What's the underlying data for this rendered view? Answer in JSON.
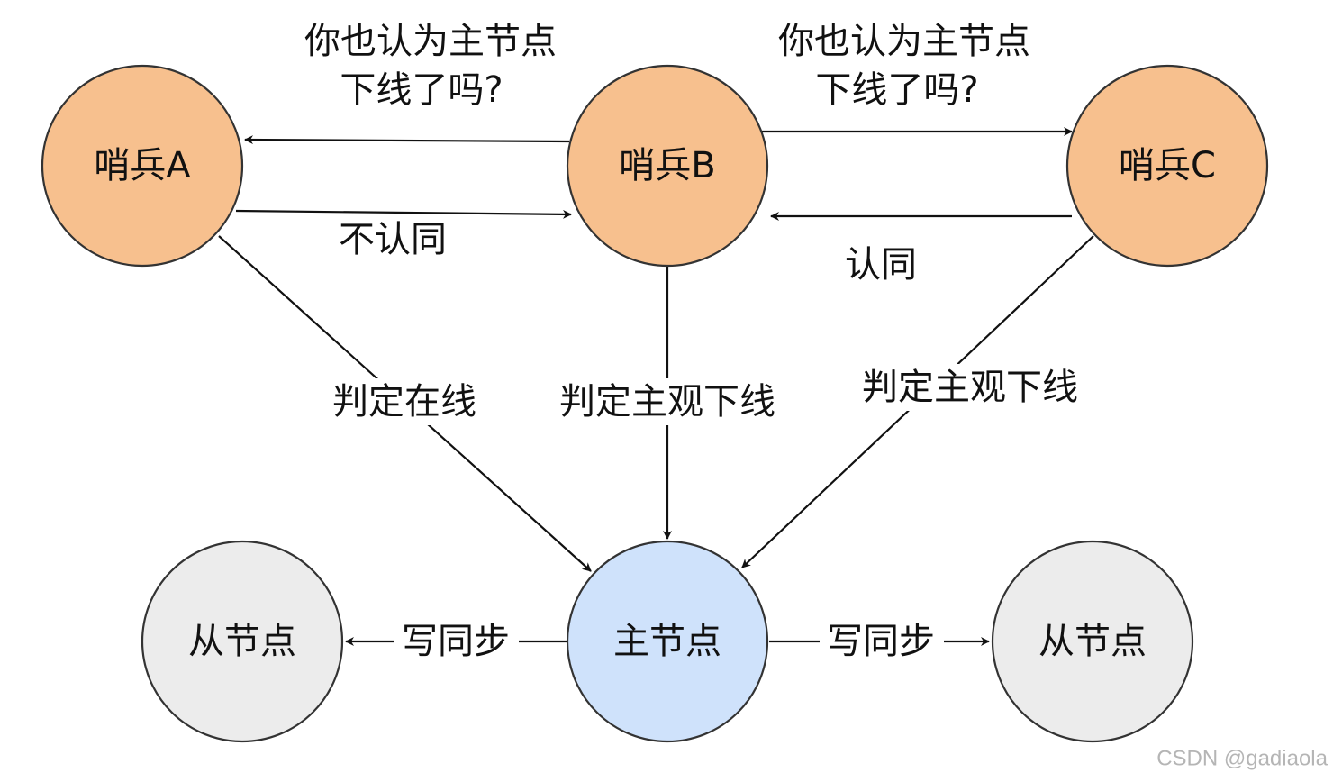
{
  "colors": {
    "sentinel_fill": "#f7c08e",
    "master_fill": "#cfe2fb",
    "replica_fill": "#ececec",
    "line": "#111111",
    "node_border": "#333333",
    "watermark": "#b5b5b5"
  },
  "nodes": {
    "sentinel_a": {
      "label": "哨兵A"
    },
    "sentinel_b": {
      "label": "哨兵B"
    },
    "sentinel_c": {
      "label": "哨兵C"
    },
    "master": {
      "label": "主节点"
    },
    "replica_left": {
      "label": "从节点"
    },
    "replica_right": {
      "label": "从节点"
    }
  },
  "edges": {
    "b_to_a_query": {
      "line1": "你也认为主节点",
      "line2": "下线了吗?"
    },
    "b_to_c_query": {
      "line1": "你也认为主节点",
      "line2": "下线了吗?"
    },
    "a_to_b_reply": {
      "label": "不认同"
    },
    "c_to_b_reply": {
      "label": "认同"
    },
    "a_to_master": {
      "label": "判定在线"
    },
    "b_to_master": {
      "label": "判定主观下线"
    },
    "c_to_master": {
      "label": "判定主观下线"
    },
    "master_to_left": {
      "label": "写同步"
    },
    "master_to_right": {
      "label": "写同步"
    }
  },
  "watermark": {
    "text": "CSDN @gadiaola"
  }
}
